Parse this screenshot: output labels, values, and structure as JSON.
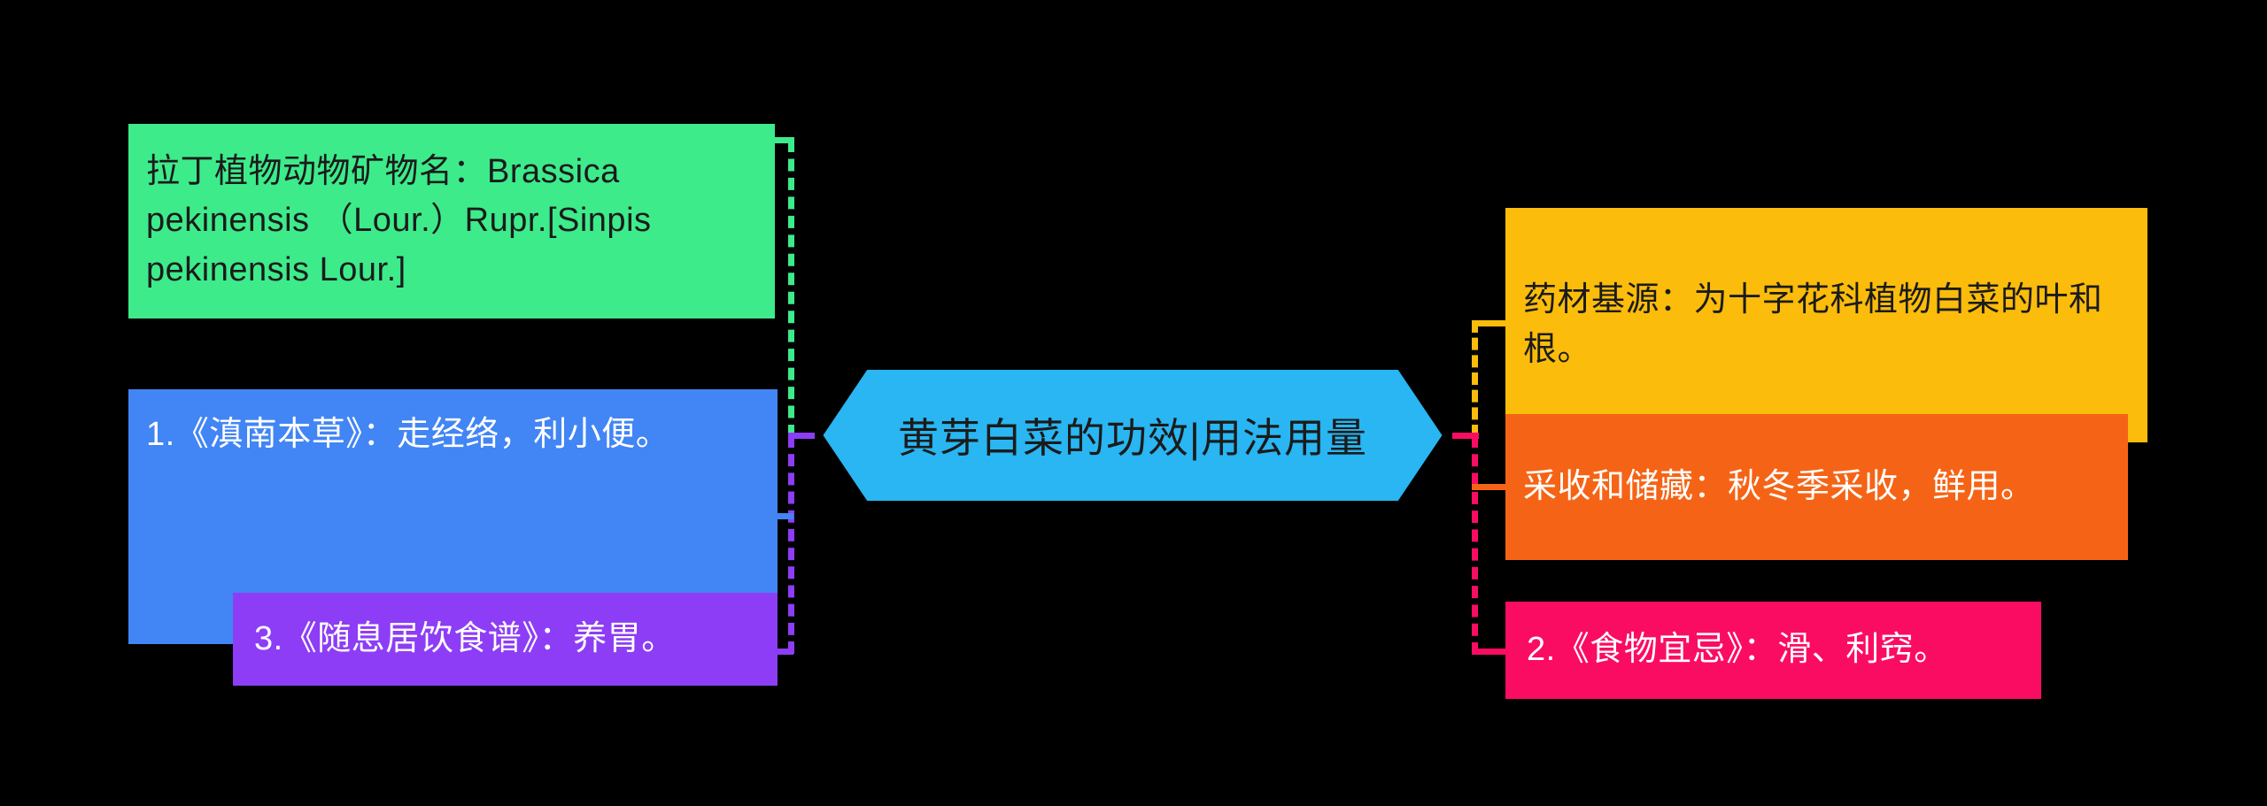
{
  "diagram": {
    "title": "黄芽白菜的功效|用法用量",
    "background": "#000000",
    "center": {
      "label": "黄芽白菜的功效|用法用量",
      "shape": "hexagon",
      "color": "#29B6F2",
      "text_color": "#1b1b1b"
    },
    "branches": {
      "left": [
        {
          "id": "latin-name",
          "label": "拉丁植物动物矿物名：Brassica pekinensis （Lour.）Rupr.[Sinpis pekinensis Lour.]",
          "color": "#3DEB8B",
          "text_color": "#1b1b1b"
        },
        {
          "id": "diannan-bencao",
          "label": "1.《滇南本草》：走经络，利小便。",
          "color": "#4285F4",
          "text_color": "#ffffff"
        },
        {
          "id": "suixiju-yinshipu",
          "label": "3.《随息居饮食谱》：养胃。",
          "color": "#8D3DF5",
          "text_color": "#ffffff"
        }
      ],
      "right": [
        {
          "id": "source",
          "label": "药材基源：为十字花科植物白菜的叶和根。",
          "color": "#FBBC0B",
          "text_color": "#1b1b1b"
        },
        {
          "id": "harvest-storage",
          "label": "采收和储藏：秋冬季采收，鲜用。",
          "color": "#F56416",
          "text_color": "#ffffff"
        },
        {
          "id": "shiwu-yiji",
          "label": "2.《食物宜忌》：滑、利窍。",
          "color": "#FB0C63",
          "text_color": "#ffffff"
        }
      ]
    },
    "connectors": {
      "left_upper_color": "#3DEB8B",
      "left_lower_color": "#8D3DF5",
      "right_upper_color": "#FBBC0B",
      "right_lower_color": "#FB0C63",
      "style": "dashed"
    }
  }
}
